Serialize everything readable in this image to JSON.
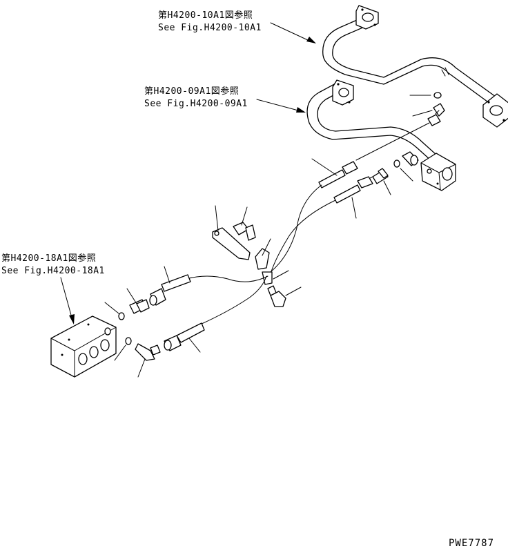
{
  "references": {
    "top": {
      "jp": "第H4200-10A1図参照",
      "en": "See Fig.H4200-10A1"
    },
    "middle": {
      "jp": "第H4200-09A1図参照",
      "en": "See Fig.H4200-09A1"
    },
    "left": {
      "jp": "第H4200-18A1図参照",
      "en": "See Fig.H4200-18A1"
    }
  },
  "drawing_code": "PWE7787"
}
